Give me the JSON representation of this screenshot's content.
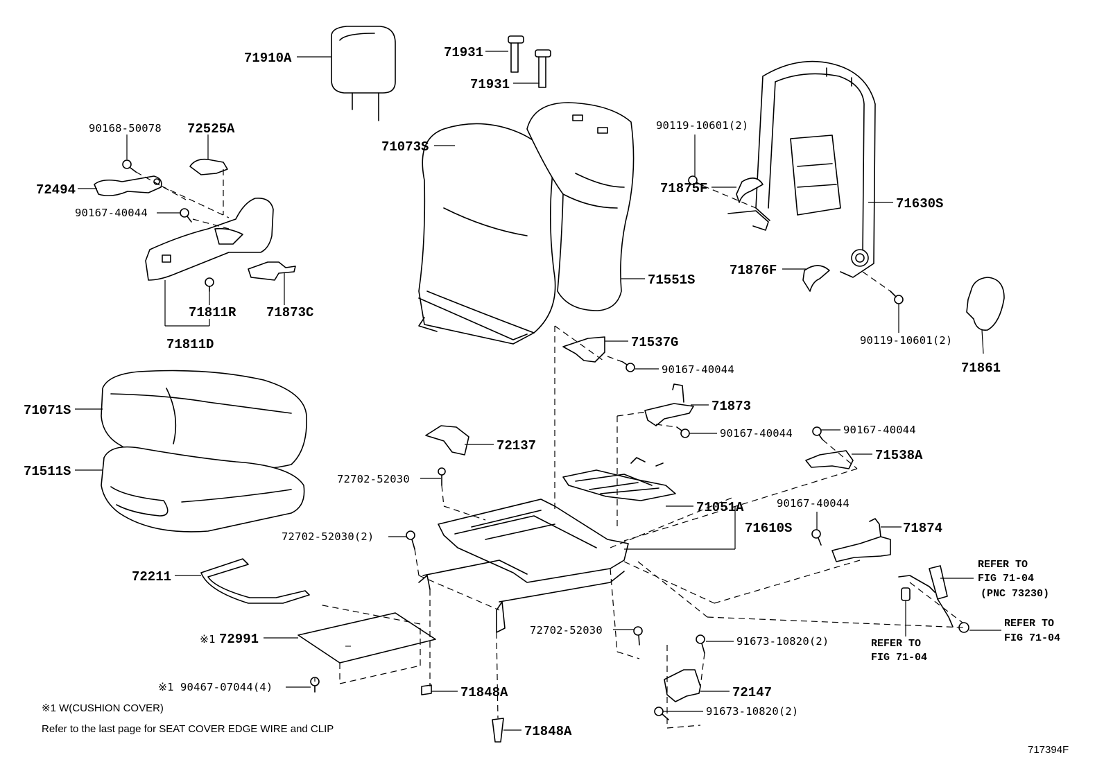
{
  "diagram_id": "717394F",
  "labels": {
    "headrest": "71910A",
    "guide_upper": "71931",
    "guide_lower": "71931",
    "screw_90168": "90168-50078",
    "knob_72525A": "72525A",
    "lever_72494": "72494",
    "screw_shield": "90167-40044",
    "back_cover": "71073S",
    "back_pad": "71551S",
    "bolt_frame_upper": "90119-10601(2)",
    "back_frame": "71630S",
    "cover_71875F": "71875F",
    "cover_71876F": "71876F",
    "bolt_frame_lower": "90119-10601(2)",
    "recliner_cover": "71861",
    "shield_r": "71811R",
    "shield_d": "71811D",
    "bracket_71873C": "71873C",
    "bracket_71537G": "71537G",
    "screw_71537G": "90167-40044",
    "cushion_cover": "71071S",
    "cushion_pad": "71511S",
    "bracket_71873": "71873",
    "screw_71873": "90167-40044",
    "screw_71538A": "90167-40044",
    "bracket_71538A": "71538A",
    "cover_72137": "72137",
    "bolt_a": "72702-52030",
    "spring_71051A": "71051A",
    "cushion_frame": "71610S",
    "bolt_b": "72702-52030(2)",
    "screw_71874": "90167-40044",
    "bracket_71874": "71874",
    "wire_72211": "72211",
    "plate_72991": "72991",
    "plate_72991_mark": "※1",
    "bolt_c": "72702-52030",
    "bolt_d": "91673-10820(2)",
    "bracket_72147": "72147",
    "bolt_e": "91673-10820(2)",
    "nut_90467": "90467-07044(4)",
    "nut_90467_mark": "※1",
    "cover_71848A_upper": "71848A",
    "cover_71848A_lower": "71848A"
  },
  "references": {
    "belt_ref_1": "REFER TO",
    "belt_ref_2": "FIG 71-04",
    "belt_ref_3": "(PNC 73230)",
    "anchor_ref_1": "REFER TO",
    "anchor_ref_2": "FIG 71-04",
    "harness_ref_1": "REFER TO",
    "harness_ref_2": "FIG 71-04"
  },
  "notes": {
    "footnote_1": "※1 W(CUSHION COVER)",
    "footnote_2": "Refer to the last page for SEAT COVER EDGE WIRE and CLIP"
  }
}
